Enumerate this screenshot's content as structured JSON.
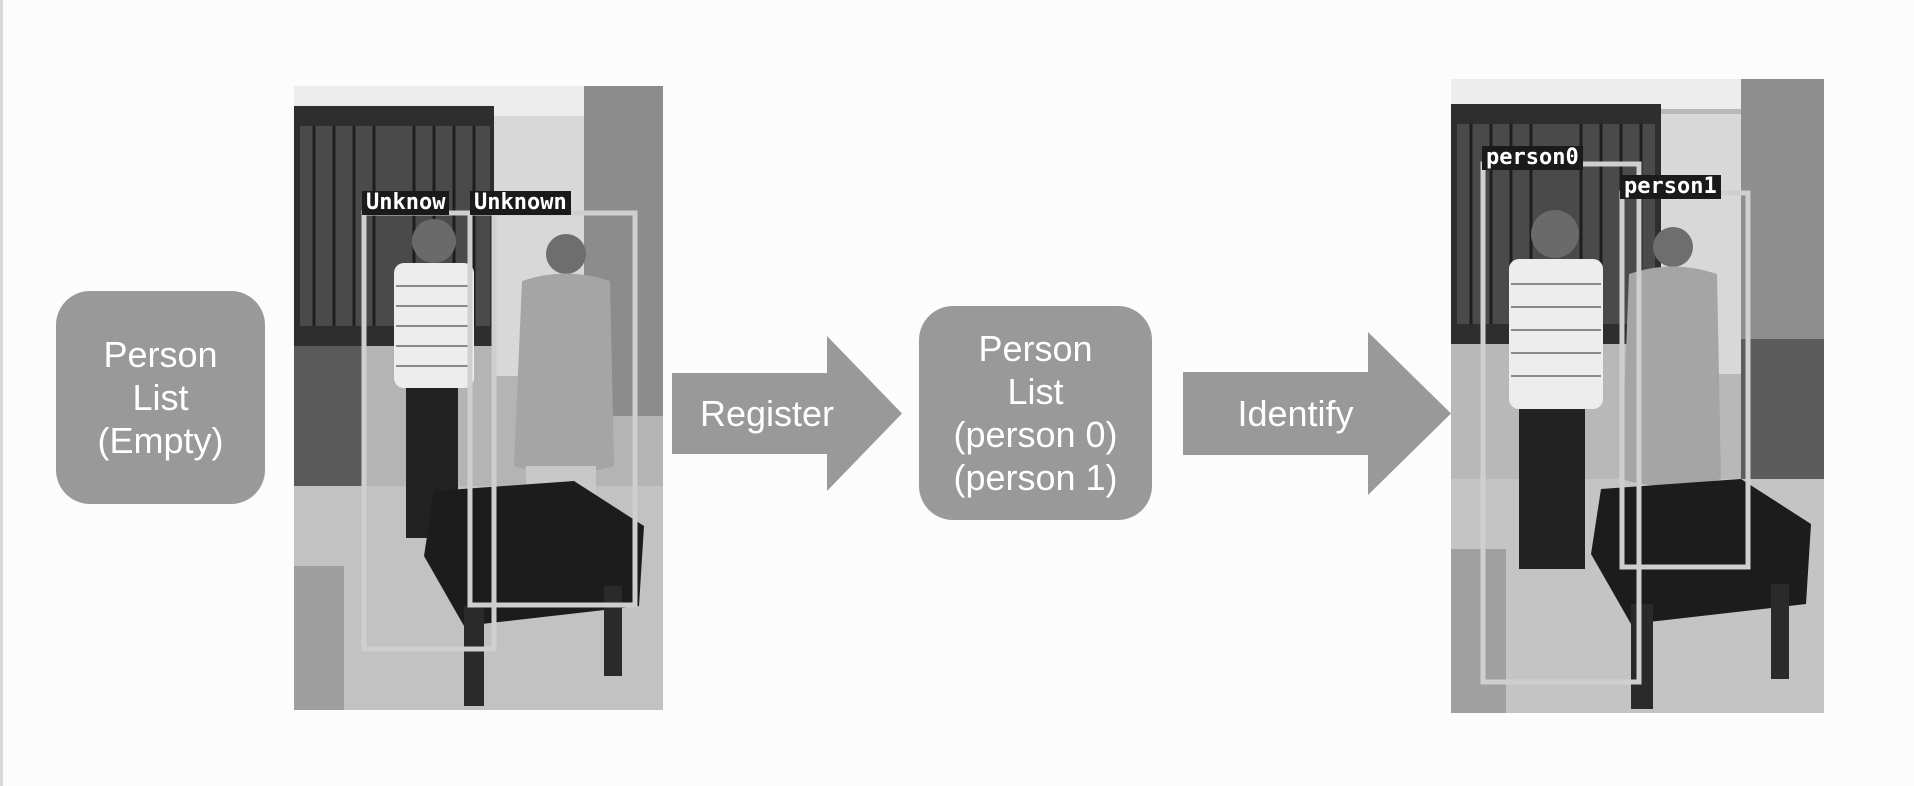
{
  "boxes": {
    "initial": {
      "lines": [
        "Person",
        "List",
        "(Empty)"
      ]
    },
    "registered": {
      "lines": [
        "Person",
        "List",
        "(person 0)",
        "(person 1)"
      ]
    }
  },
  "arrows": {
    "register": {
      "label": "Register"
    },
    "identify": {
      "label": "Identify"
    }
  },
  "photos": {
    "before": {
      "tags": [
        "Unknow",
        "Unknown"
      ]
    },
    "after": {
      "tags": [
        "person0",
        "person1"
      ]
    }
  },
  "colors": {
    "box_fill": "#999999",
    "arrow_fill": "#999999",
    "text": "#ffffff",
    "bbox_outline": "#cfcfcf"
  }
}
